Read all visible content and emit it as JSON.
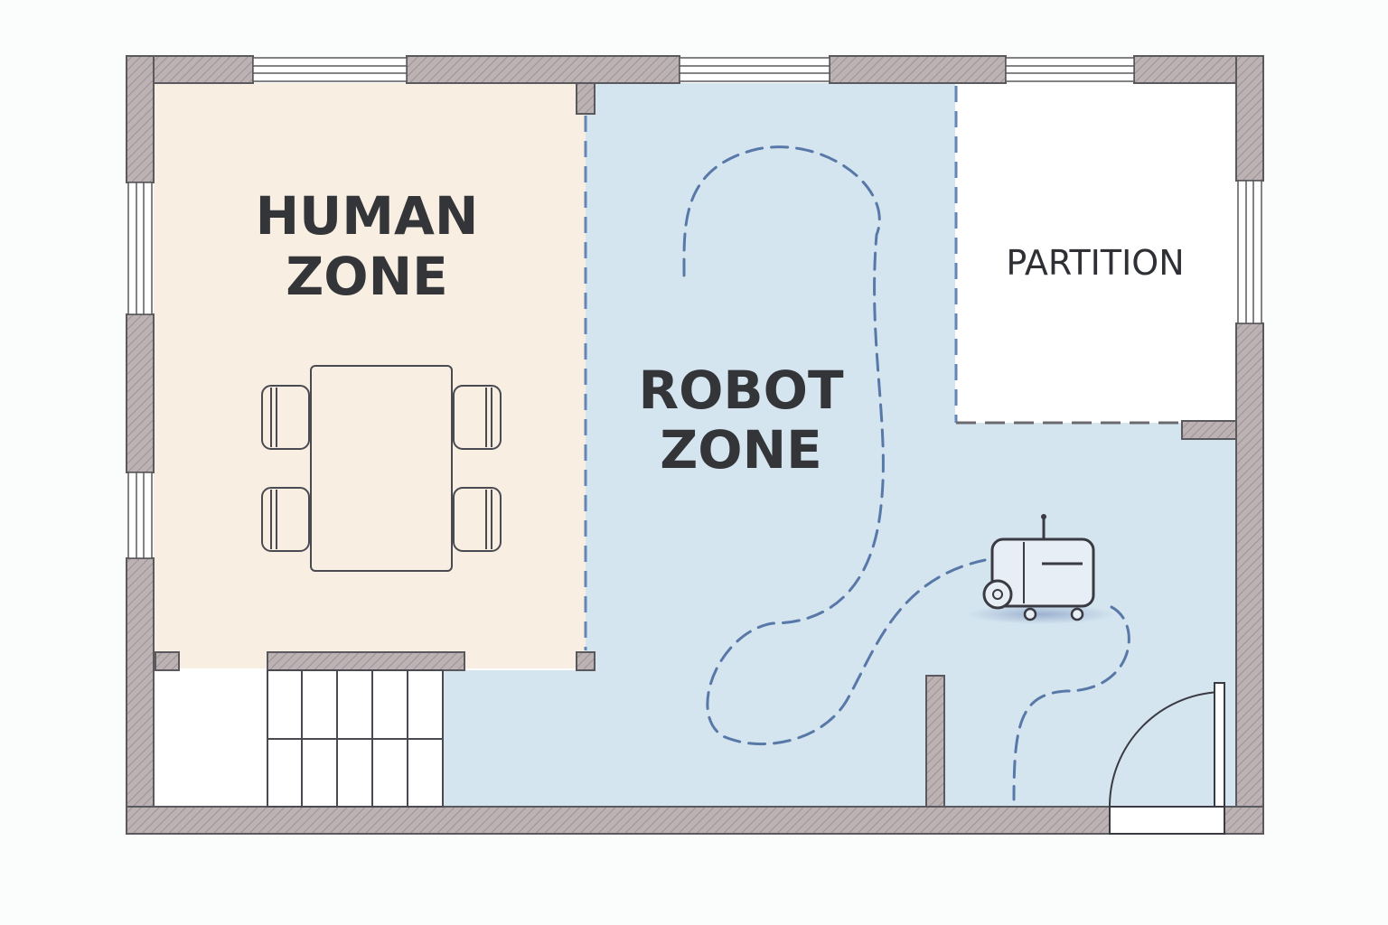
{
  "zones": {
    "human": {
      "line1": "HUMAN",
      "line2": "ZONE"
    },
    "robot": {
      "line1": "ROBOT",
      "line2": "ZONE"
    },
    "partition": {
      "label": "PARTITION"
    }
  },
  "colors": {
    "human_zone": "#f8eee2",
    "robot_zone": "#d4e5ef",
    "wall": "#b8aeb0",
    "wall_outline": "#5a5a5e",
    "path": "#5878a8",
    "furniture": "#4a4a52"
  }
}
